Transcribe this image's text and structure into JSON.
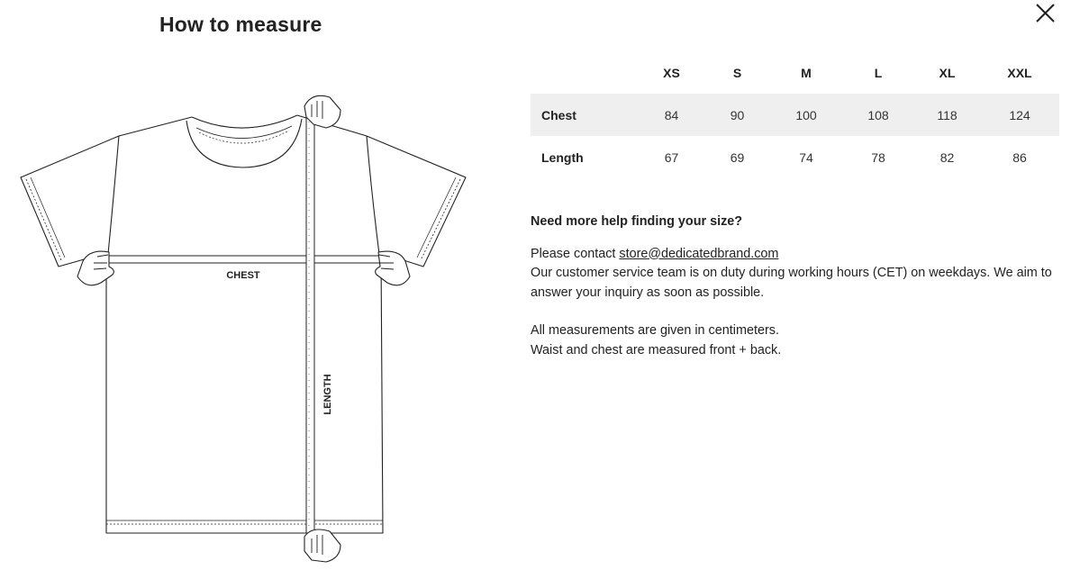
{
  "modal": {
    "title": "How to measure"
  },
  "illustration": {
    "chest_label": "CHEST",
    "length_label": "LENGTH"
  },
  "size_table": {
    "headers": [
      "XS",
      "S",
      "M",
      "L",
      "XL",
      "XXL"
    ],
    "rows": [
      {
        "label": "Chest",
        "values": [
          "84",
          "90",
          "100",
          "108",
          "118",
          "124"
        ]
      },
      {
        "label": "Length",
        "values": [
          "67",
          "69",
          "74",
          "78",
          "82",
          "86"
        ]
      }
    ]
  },
  "help": {
    "question": "Need more help finding your size?",
    "contact_prefix": "Please contact ",
    "email": "store@dedicatedbrand.com",
    "service_text": "Our customer service team is on duty during working hours (CET) on weekdays. We aim to answer your inquiry as soon as possible.",
    "units_text": "All measurements are given in centimeters.",
    "measure_note": "Waist and chest are measured front + back."
  }
}
